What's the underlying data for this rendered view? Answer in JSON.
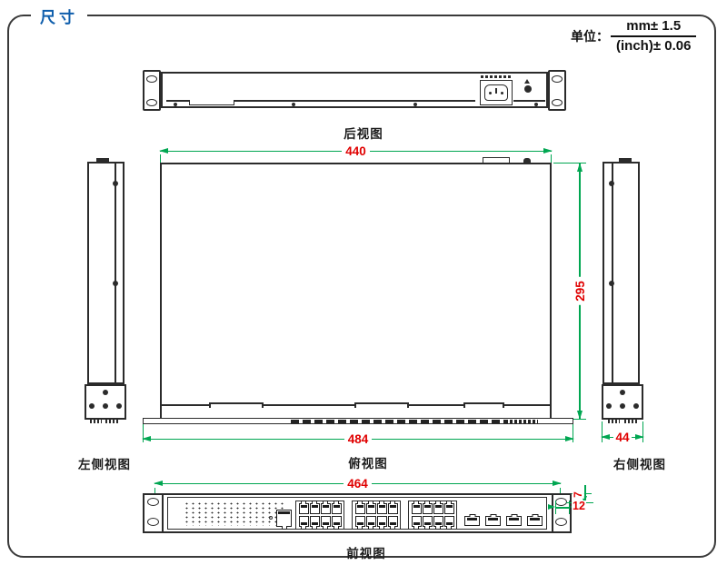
{
  "header": {
    "title": "尺寸",
    "unit_prefix": "单位：",
    "unit_mm": "mm± 1.5",
    "unit_inch": "(inch)± 0.06"
  },
  "views": {
    "rear": {
      "label": "后视图"
    },
    "top": {
      "label": "俯视图",
      "width_mm": "440",
      "depth_mm": "295",
      "overall_width_mm": "484"
    },
    "left_side": {
      "label": "左侧视图"
    },
    "right_side": {
      "label": "右侧视图",
      "thickness_mm": "44"
    },
    "front": {
      "label": "前视图",
      "hole_span_mm": "464",
      "hole_offset_v_mm": "7",
      "hole_offset_h_mm": "12"
    }
  },
  "colors": {
    "dimension_line": "#00A651",
    "dimension_text": "#E00000",
    "title_text": "#0F5EAC",
    "outline": "#2B2B2B"
  },
  "front_panel": {
    "rj45_groups": 3,
    "rj45_ports_per_group": 8,
    "sfp_ports": 4
  }
}
